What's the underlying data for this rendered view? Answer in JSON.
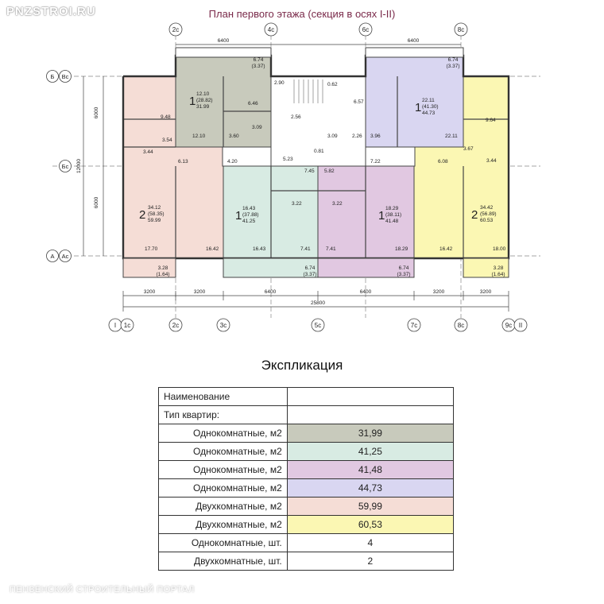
{
  "watermark": {
    "site": "PNZSTROI.RU",
    "portal": "ПЕНЗЕНСКИЙ СТРОИТЕЛЬНЫЙ ПОРТАЛ"
  },
  "plan": {
    "title": "План первого этажа (секция в осях I-II)",
    "axes_top": [
      "2c",
      "4c",
      "6c",
      "8c"
    ],
    "axes_bottom": [
      "I",
      "1c",
      "2c",
      "3c",
      "5c",
      "7c",
      "8c",
      "9c",
      "II"
    ],
    "axes_left": [
      "Б",
      "Вс",
      "Бс",
      "А",
      "Ас"
    ],
    "dims_top": [
      "6400",
      "6400"
    ],
    "dims_left": [
      "6000",
      "12000",
      "6000"
    ],
    "dims_bottom": [
      "3200",
      "3200",
      "6400",
      "6400",
      "3200",
      "3200"
    ],
    "dim_total": "25800",
    "balconies": [
      {
        "label": "6.74",
        "sub": "(3.37)"
      },
      {
        "label": "6.74",
        "sub": "(3.37)"
      },
      {
        "label": "3.28",
        "sub": "(1.64)"
      },
      {
        "label": "6.74",
        "sub": "(3.37)"
      },
      {
        "label": "6.74",
        "sub": "(3.37)"
      },
      {
        "label": "3.28",
        "sub": "(1.64)"
      }
    ],
    "apartments": [
      {
        "rooms": "1",
        "area_living": "12.10",
        "area_living_sub": "(28.82)",
        "area_total": "31.99",
        "color": "#c8cabc"
      },
      {
        "rooms": "1",
        "area_living": "22.11",
        "area_living_sub": "(41.30)",
        "area_total": "44.73",
        "color": "#d9d6f1"
      },
      {
        "rooms": "2",
        "area_living": "34.12",
        "area_living_sub": "(58.35)",
        "area_total": "59.99",
        "color": "#f5ddd6"
      },
      {
        "rooms": "1",
        "area_living": "16.43",
        "area_living_sub": "(37.88)",
        "area_total": "41.25",
        "color": "#d8ebe3"
      },
      {
        "rooms": "1",
        "area_living": "18.29",
        "area_living_sub": "(38.11)",
        "area_total": "41.48",
        "color": "#e1c8e1"
      },
      {
        "rooms": "2",
        "area_living": "34.42",
        "area_living_sub": "(56.89)",
        "area_total": "60.53",
        "color": "#fbf7b3"
      }
    ],
    "room_labels": [
      "9.48",
      "3.54",
      "3.44",
      "6.13",
      "17.70",
      "16.42",
      "12.10",
      "3.60",
      "6.46",
      "3.09",
      "2.90",
      "0.62",
      "2.56",
      "6.57",
      "2.26",
      "3.09",
      "3.96",
      "22.11",
      "9.64",
      "3.67",
      "3.44",
      "6.08",
      "16.42",
      "18.00",
      "4.20",
      "5.23",
      "7.45",
      "5.82",
      "7.22",
      "0.81",
      "3.22",
      "3.22",
      "16.43",
      "7.41",
      "7.41",
      "18.29"
    ]
  },
  "explication": {
    "title": "Экспликация",
    "header_name": "Наименование",
    "subheader": "Тип квартир:",
    "rows": [
      {
        "name": "Однокомнатные, м2",
        "value": "31,99",
        "color": "#c8cabc"
      },
      {
        "name": "Однокомнатные, м2",
        "value": "41,25",
        "color": "#d8ebe3"
      },
      {
        "name": "Однокомнатные, м2",
        "value": "41,48",
        "color": "#e1c8e1"
      },
      {
        "name": "Однокомнатные, м2",
        "value": "44,73",
        "color": "#d9d6f1"
      },
      {
        "name": "Двухкомнатные, м2",
        "value": "59,99",
        "color": "#f5ddd6"
      },
      {
        "name": "Двухкомнатные, м2",
        "value": "60,53",
        "color": "#fbf7b3"
      },
      {
        "name": "Однокомнатные, шт.",
        "value": "4",
        "color": "#ffffff"
      },
      {
        "name": "Двухкомнатные, шт.",
        "value": "2",
        "color": "#ffffff"
      }
    ]
  }
}
